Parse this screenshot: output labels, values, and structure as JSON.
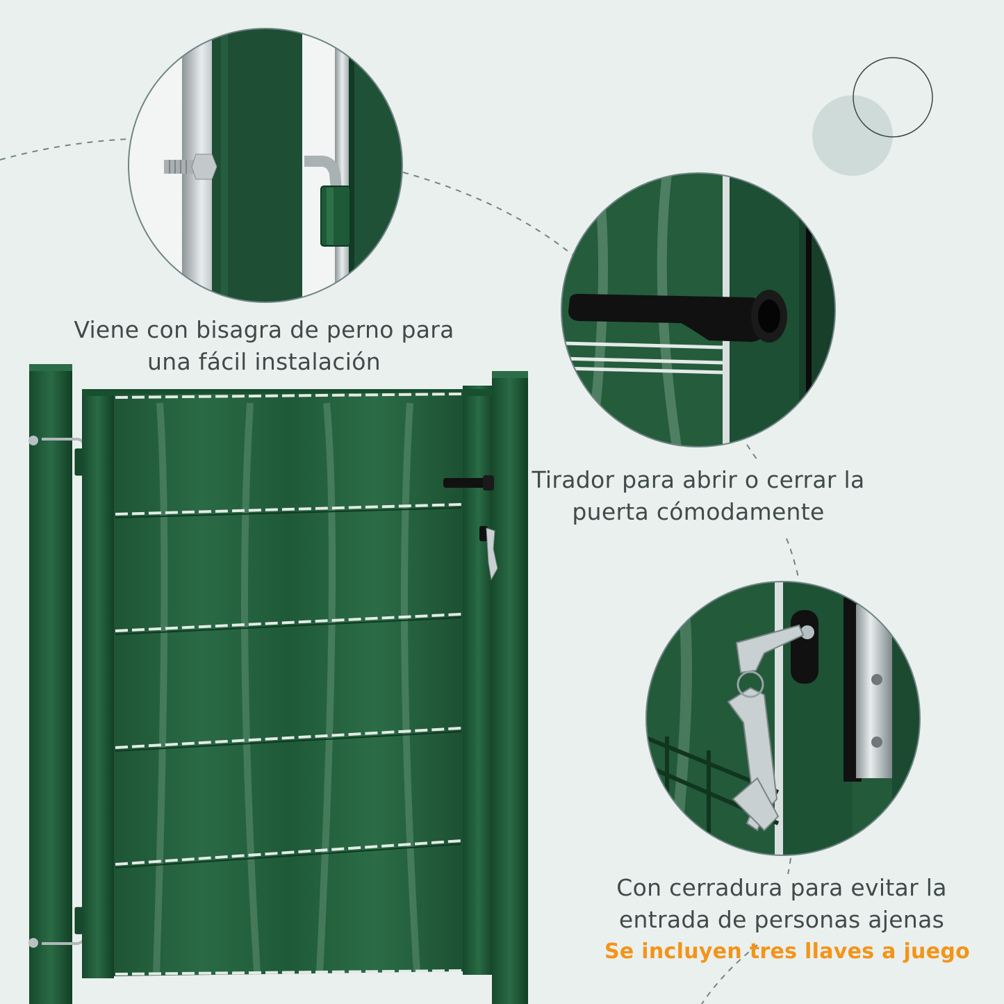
{
  "captions": {
    "hinge": {
      "line1": "Viene con bisagra de perno para",
      "line2": "una fácil instalación"
    },
    "handle": {
      "line1": "Tirador para abrir o cerrar la",
      "line2": "puerta cómodamente"
    },
    "lock": {
      "line1": "Con cerradura para evitar la",
      "line2": "entrada de personas ajenas",
      "highlight": "Se incluyen tres llaves a juego"
    }
  },
  "colors": {
    "background": "#eaf0ee",
    "gate_green": "#1f5a38",
    "frame_green": "#1c4f33",
    "text": "#3f4a4a",
    "highlight": "#f39419",
    "dashed_line": "#6f8584"
  }
}
